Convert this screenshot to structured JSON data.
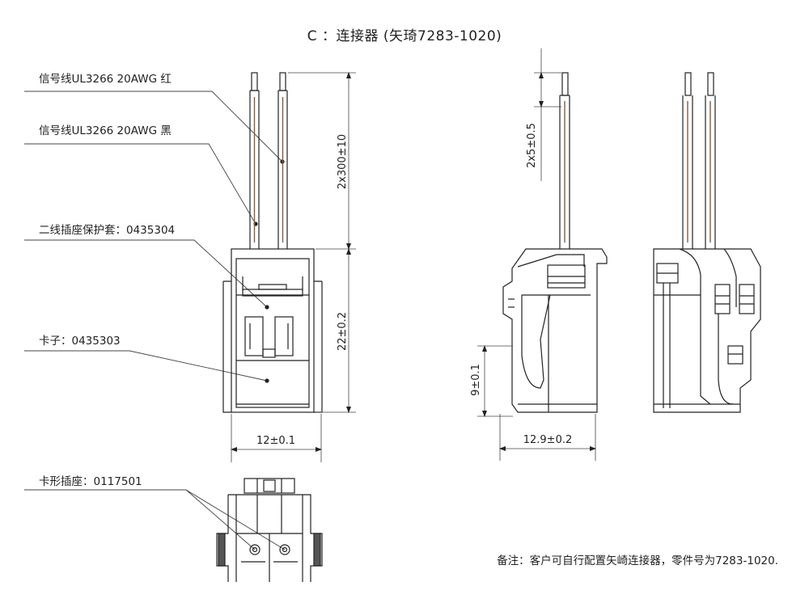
{
  "title": "C ：连接器 (矢琦7283-1020)",
  "callouts": {
    "wire_red": "信号线UL3266 20AWG 红",
    "wire_black": "信号线UL3266 20AWG 黑",
    "housing_cover": "二线插座保护套：0435304",
    "clip": "卡子：0435303",
    "card_socket": "卡形插座：0117501"
  },
  "dimensions": {
    "wire_length": "2x300±10",
    "front_height": "22±0.2",
    "front_width": "12±0.1",
    "strip_length": "2x5±0.5",
    "side_height": "9±0.1",
    "side_width": "12.9±0.2"
  },
  "note": "备注：客户可自行配置矢崎连接器，零件号为7283-1020."
}
